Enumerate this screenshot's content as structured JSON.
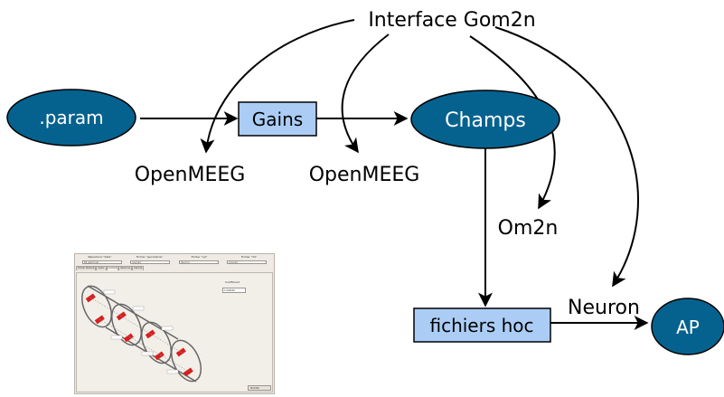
{
  "nodes": {
    "param": ".param",
    "gains": "Gains",
    "champs": "Champs",
    "fichiers_hoc": "fichiers hoc",
    "ap": "AP"
  },
  "labels": {
    "interface": "Interface Gom2n",
    "openmeeg_left": "OpenMEEG",
    "openmeeg_right": "OpenMEEG",
    "om2n": "Om2n",
    "neuron": "Neuron"
  },
  "gui": {
    "headers": [
      "Répertoire \"data\"",
      "Fichier \"geometrie\"",
      "Fichier \"cyl\"",
      "Fichier \"dil\""
    ],
    "combos": [
      "tra_geom.xsl",
      "(Aucun)",
      "(Aucun)",
      "(Aucun)"
    ],
    "tabs": [
      "Fichier Paramè",
      "Gains",
      "Courant",
      "Neurone",
      "Calcule"
    ],
    "active_tab": "Courant",
    "coefficient_label": "Coefficient",
    "coefficient_value": "1.000000",
    "modify_button": "Modifier"
  },
  "colors": {
    "ellipse_fill": "#05628f",
    "box_fill": "#abcdf5",
    "box_stroke": "#000000",
    "arrow": "#000000",
    "text_on_ellipse": "#ffffff"
  }
}
